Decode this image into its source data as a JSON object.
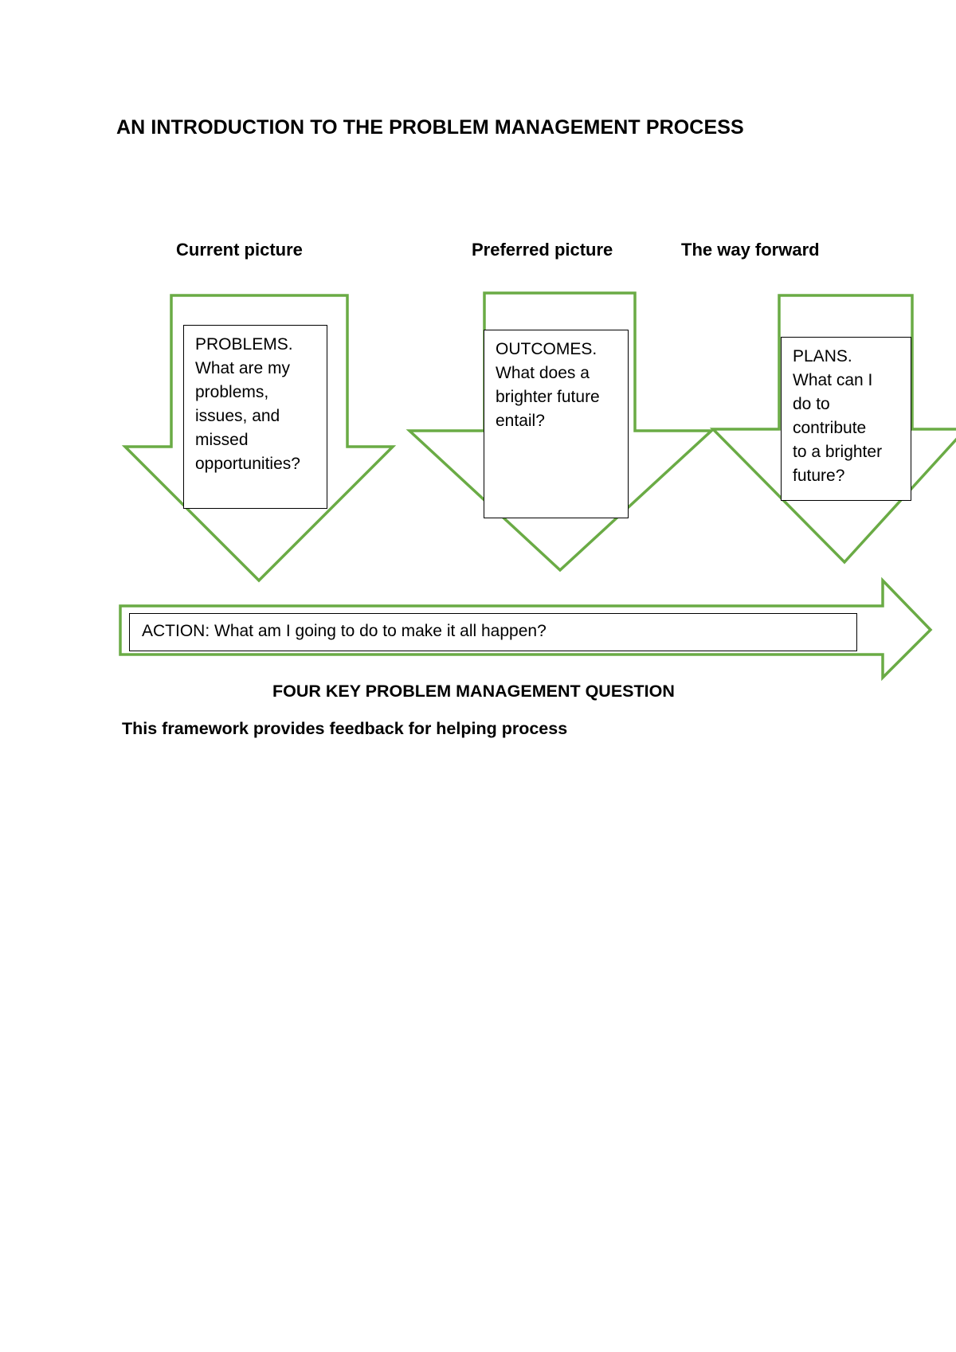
{
  "title": "AN INTRODUCTION TO THE PROBLEM MANAGEMENT PROCESS",
  "stages": [
    {
      "heading": "Current picture",
      "box_text": "PROBLEMS.\nWhat are my\nproblems,\nissues, and\nmissed\nopportunities?"
    },
    {
      "heading": "Preferred picture",
      "box_text": "OUTCOMES.\nWhat does a\nbrighter future\nentail?"
    },
    {
      "heading": "The way forward",
      "box_text": "PLANS.\nWhat can I\ndo to\ncontribute\nto a brighter\nfuture?"
    }
  ],
  "action": {
    "text": "ACTION: What am I going to do to make it all happen?"
  },
  "caption": "FOUR KEY PROBLEM MANAGEMENT QUESTION",
  "footnote": "This framework provides feedback for helping process",
  "colors": {
    "arrow_outline": "#6aab45",
    "box_border": "#000000"
  }
}
